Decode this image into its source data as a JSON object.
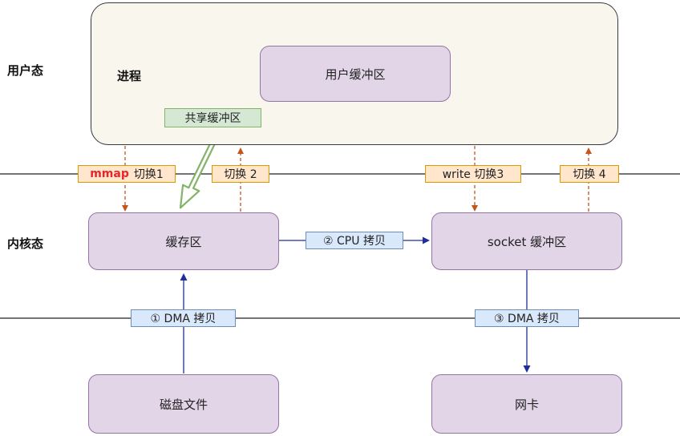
{
  "zones": {
    "user_mode": "用户态",
    "kernel_mode": "内核态"
  },
  "process": {
    "label": "进程",
    "user_buffer": "用户缓冲区"
  },
  "shared_buffer": "共享缓冲区",
  "kernel": {
    "page_cache": "缓存区",
    "socket_buffer": "socket 缓冲区"
  },
  "hardware": {
    "disk_file": "磁盘文件",
    "nic": "网卡"
  },
  "switches": {
    "mmap_keyword": "mmap",
    "switch_1": "切换1",
    "switch_2": "切换 2",
    "write_switch_3": "write 切换3",
    "switch_4": "切换 4"
  },
  "copies": {
    "dma_copy_1": "① DMA 拷贝",
    "cpu_copy_2": "② CPU 拷贝",
    "dma_copy_3": "③ DMA 拷贝"
  },
  "colors": {
    "box_fill": "#e1d5e7",
    "box_stroke": "#9673a6",
    "process_fill": "#f9f7ed",
    "switch_arrow": "#c4561d",
    "copy_arrow": "#1f2f9a",
    "shared_arrow": "#82b366"
  }
}
